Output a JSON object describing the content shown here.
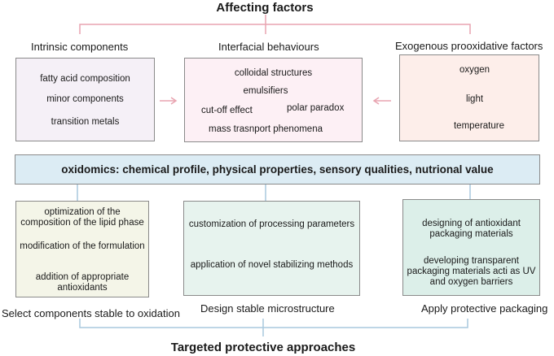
{
  "top_title": "Affecting factors",
  "bottom_title": "Targeted protective approaches",
  "categories": {
    "intrinsic": {
      "heading": "Intrinsic components",
      "items": [
        "fatty acid composition",
        "minor components",
        "transition metals"
      ]
    },
    "interfacial": {
      "heading": "Interfacial behaviours",
      "items": [
        "colloidal structures",
        "emulsifiers",
        "cut-off effect",
        "polar paradox",
        "mass trasnport phenomena"
      ]
    },
    "exogenous": {
      "heading": "Exogenous prooxidative factors",
      "items": [
        "oxygen",
        "light",
        "temperature"
      ]
    }
  },
  "oxidomics_bar": "oxidomics: chemical profile, physical properties, sensory qualities, nutrional value",
  "approaches": {
    "components": {
      "items": [
        "optimization of the composition of the lipid phase",
        "modification of the formulation",
        "addition of appropriate antioxidants"
      ],
      "caption": "Select components stable to oxidation"
    },
    "microstructure": {
      "items": [
        "customization of processing parameters",
        "application of novel stabilizing methods"
      ],
      "caption": "Design stable microstructure"
    },
    "packaging": {
      "items": [
        "designing of antioxidant packaging materials",
        "developing transparent packaging materials acti as UV and oxygen barriers"
      ],
      "caption": "Apply protective packaging"
    }
  },
  "colors": {
    "lavender_fill": "#f5f0f7",
    "pink_fill": "#fdf0f5",
    "salmon_fill": "#fdeeea",
    "bar_fill": "#dcecf4",
    "cream_fill": "#f4f5e8",
    "mint_fill": "#e7f3ee",
    "teal_fill": "#dcefe9",
    "pink_line": "#e8a4b0",
    "blue_line": "#a8c8de"
  }
}
